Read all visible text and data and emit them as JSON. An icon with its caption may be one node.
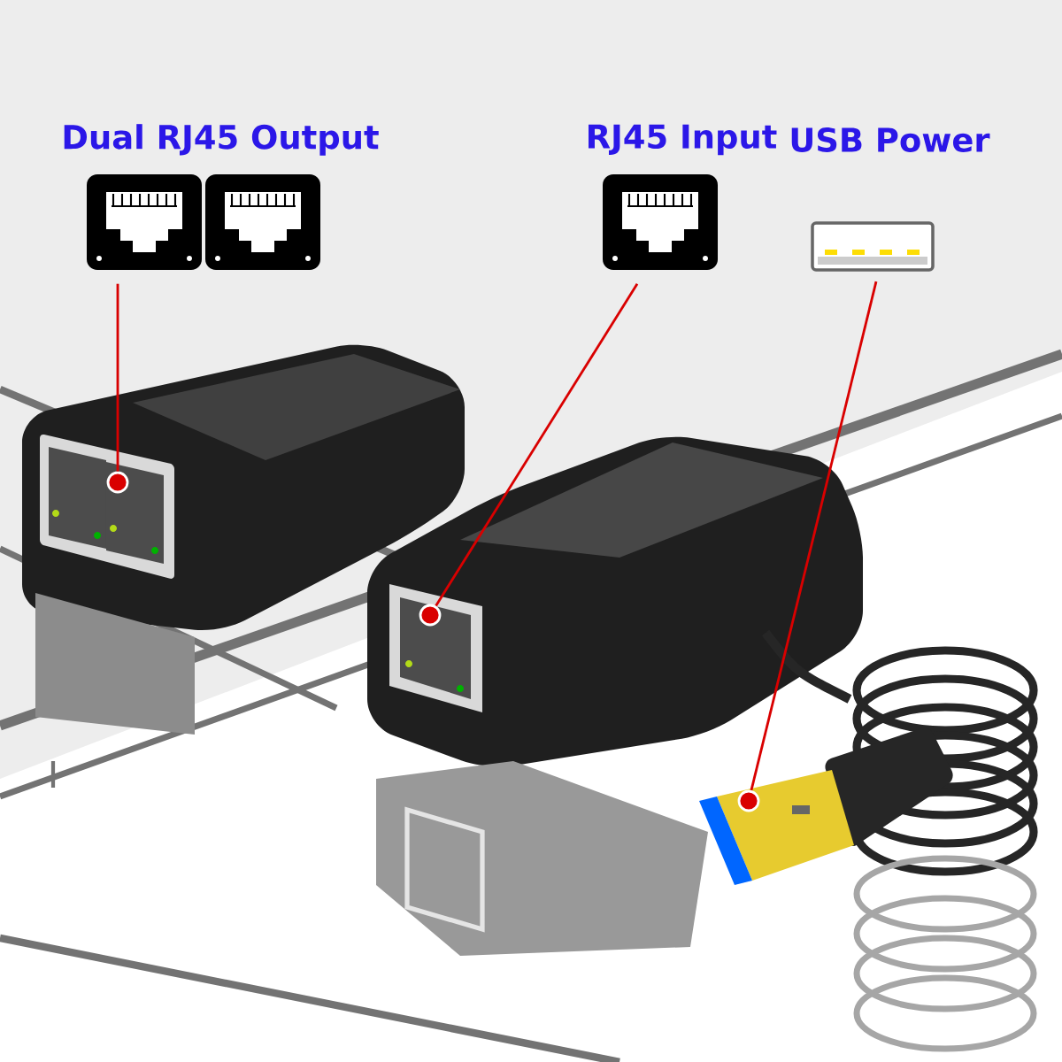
{
  "diagram": {
    "nodes": [
      {
        "text": [
          "Dual RJ45 Output"
        ]
      },
      {
        "text": [
          "RJ45 Input"
        ]
      },
      {
        "text": [
          "USB Power"
        ]
      },
      {
        "text": [],
        "shape": "circle"
      },
      {
        "text": [],
        "shape": "circle"
      },
      {
        "text": [],
        "shape": "circle"
      }
    ],
    "edges": [
      {
        "from": 0,
        "to": 3,
        "arrow": "none"
      },
      {
        "from": 1,
        "to": 4,
        "arrow": "none"
      },
      {
        "from": 2,
        "to": 5,
        "arrow": "none"
      }
    ]
  }
}
